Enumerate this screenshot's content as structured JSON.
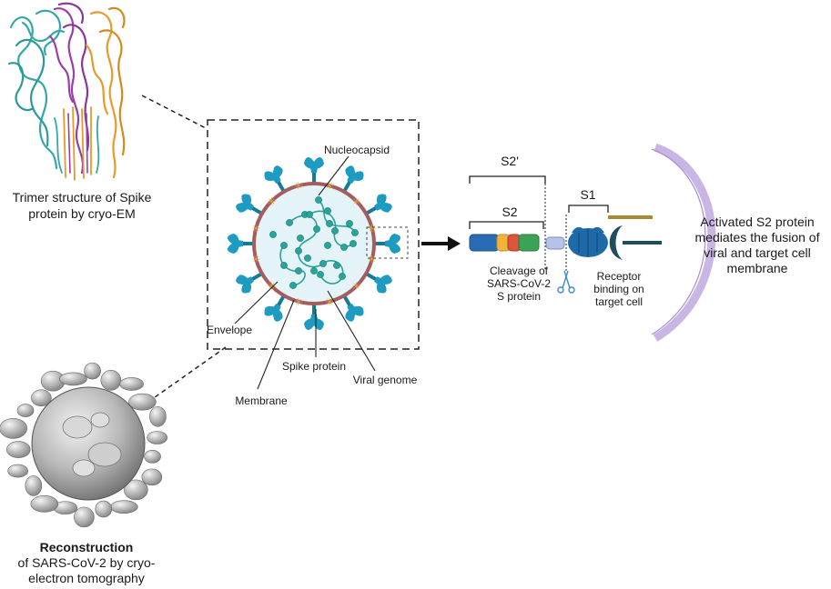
{
  "labels": {
    "trimer_caption": "Trimer structure of Spike protein by cryo-EM",
    "nucleocapsid": "Nucleocapsid",
    "envelope": "Envelope",
    "spike_protein": "Spike protein",
    "viral_genome": "Viral genome",
    "membrane": "Membrane",
    "s2_prime": "S2'",
    "s2": "S2",
    "s1": "S1",
    "cleavage": "Cleavage of SARS-CoV-2 S protein",
    "receptor_binding": "Receptor binding on target cell",
    "activated_s2": "Activated S2 protein mediates the fusion of viral and target cell membrane",
    "reconstruction_title": "Reconstruction",
    "reconstruction_caption": "of SARS-CoV-2 by cryo-electron tomography"
  },
  "colors": {
    "virion_fill": "#e4f4f8",
    "virion_membrane": "#a35d5f",
    "spike": "#1d9bc1",
    "spike_dark": "#157a98",
    "envelope_protein": "#e8a13a",
    "genome": "#2aa39a",
    "trimer_cyan": "#36a8a8",
    "trimer_purple": "#9b3fa8",
    "trimer_orange": "#e69a2b",
    "target_cell": "#c9b6e4",
    "target_cell_edge": "#a58fd0",
    "receptor_gold": "#a88a32",
    "segment_blue": "#2a6bb5",
    "segment_yellow": "#f0b33b",
    "segment_red": "#d9553b",
    "segment_green": "#3aa356",
    "segment_lavender": "#b7c4e8",
    "s1_blue": "#1e6aa8"
  }
}
